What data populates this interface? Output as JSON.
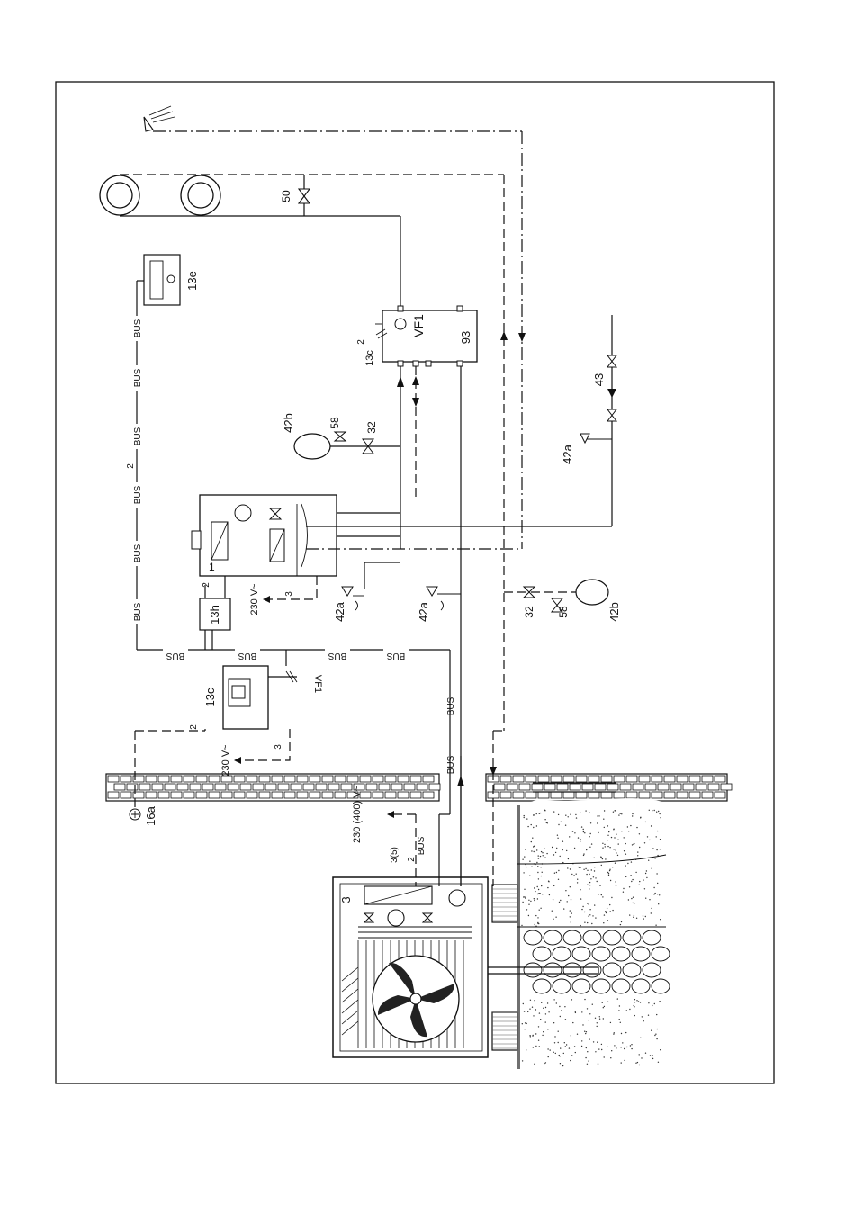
{
  "labels": {
    "heat_pump": "3",
    "controller": "13c",
    "controller_small": "13c",
    "module": "13h",
    "remote_control": "13e",
    "outdoor_sensor": "16a",
    "mixer_module": "93",
    "flow_sensor": "VF1",
    "flow_sensor_out": "VF1",
    "valve_50": "50",
    "valve_58_left": "58",
    "valve_58_right": "58",
    "valve_32_left": "32",
    "valve_32_right": "32",
    "safety_42a_top": "42a",
    "safety_42a_mid1": "42a",
    "safety_42a_mid2": "42a",
    "expansion_42b_left": "42b",
    "expansion_42b_right": "42b",
    "group_43": "43",
    "boiler": "1",
    "cable_2_a": "2",
    "cable_2_b": "2",
    "cable_2_c": "2",
    "cable_2_d": "2",
    "cable_3_a": "3",
    "cable_3_b": "3",
    "cable_3_5": "3(5)",
    "cable_2_e": "2",
    "voltage_230_a": "230 V~",
    "voltage_230_b": "230 V~",
    "voltage_230_400": "230 (400) V~",
    "bus": "BUS"
  }
}
